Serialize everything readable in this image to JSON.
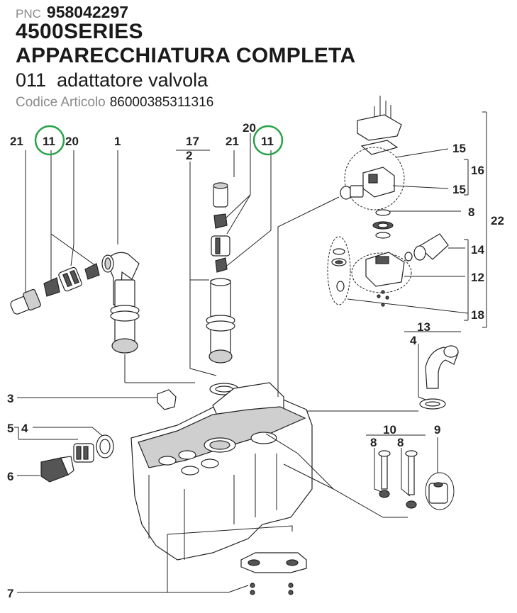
{
  "header": {
    "pnc_label": "PNC",
    "pnc_value": "958042297",
    "series": "4500SERIES",
    "assembly": "APPARECCHIATURA COMPLETA",
    "part_number": "011",
    "part_name": "adattatore valvola",
    "code_label": "Codice Articolo",
    "code_value": "86000385311316"
  },
  "colors": {
    "highlight_circle": "#2aa24a",
    "ink": "#222222",
    "muted": "#8a8a8a"
  },
  "callouts": {
    "c21a": "21",
    "c11a": "11",
    "c20a": "20",
    "c1": "1",
    "c17": "17",
    "c2": "2",
    "c21b": "21",
    "c20b": "20",
    "c11b": "11",
    "c15a": "15",
    "c16": "16",
    "c15b": "15",
    "c8a": "8",
    "c22": "22",
    "c14": "14",
    "c12": "12",
    "c18": "18",
    "c13": "13",
    "c4a": "4",
    "c3": "3",
    "c5": "5",
    "c4b": "4",
    "c6": "6",
    "c10": "10",
    "c8b": "8",
    "c8c": "8",
    "c9": "9",
    "c7": "7"
  }
}
